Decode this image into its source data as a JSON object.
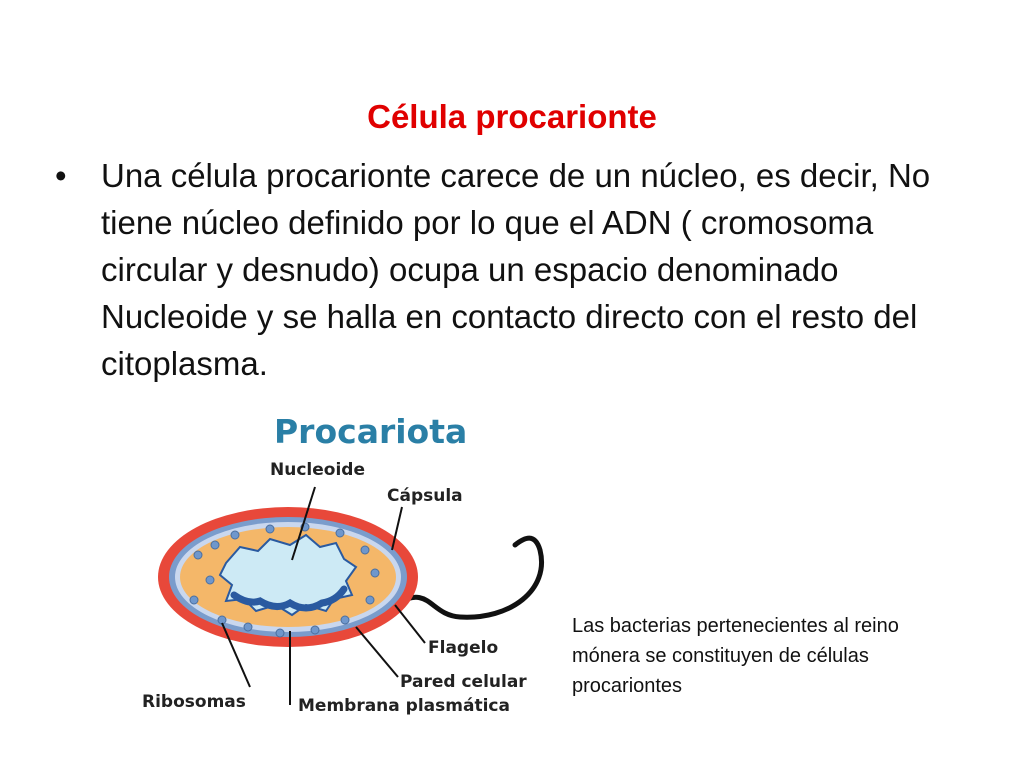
{
  "title": "Célula procarionte",
  "bullet": {
    "symbol": "•",
    "text": "Una célula procarionte carece de un núcleo, es decir, No tiene núcleo definido por lo que el ADN ( cromosoma circular y desnudo) ocupa un espacio denominado Nucleoide y se halla en contacto directo con el resto del citoplasma."
  },
  "diagram": {
    "heading": "Procariota",
    "labels": {
      "nucleoide": "Nucleoide",
      "capsula": "Cápsula",
      "flagelo": "Flagelo",
      "pared": "Pared celular",
      "ribosomas": "Ribosomas",
      "membrana": "Membrana plasmática"
    }
  },
  "caption": "Las bacterias pertenecientes al reino mónera se constituyen de células procariontes",
  "colors": {
    "title": "#e00000",
    "heading": "#2a7fa6",
    "capsule": "#e8483a",
    "wall": "#7a9ccc",
    "membrane": "#c9d7ee",
    "cytoplasm": "#f4b769",
    "nucleoid": "#cdeaf5",
    "ribosome": "#6f97cc",
    "dna": "#2a5aa0"
  }
}
